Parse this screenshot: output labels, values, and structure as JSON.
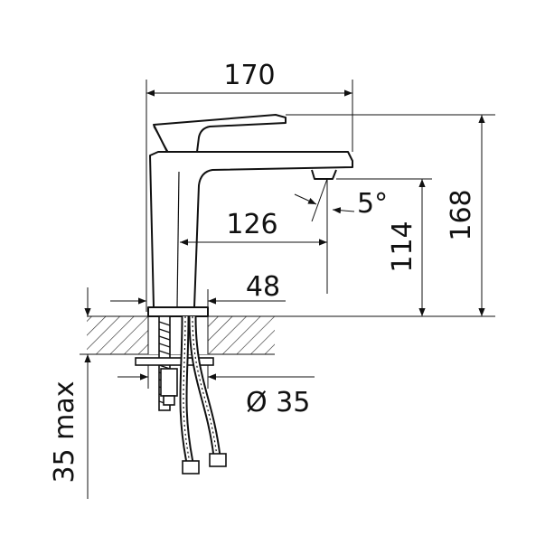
{
  "dimensions": {
    "width_total": "170",
    "height_total": "168",
    "spout_height": "114",
    "spout_reach": "126",
    "base_width": "48",
    "hole_diameter": "Ø 35",
    "counter_thickness": "35 max",
    "spout_angle": "5°"
  },
  "colors": {
    "line": "#111111",
    "background": "#ffffff"
  }
}
